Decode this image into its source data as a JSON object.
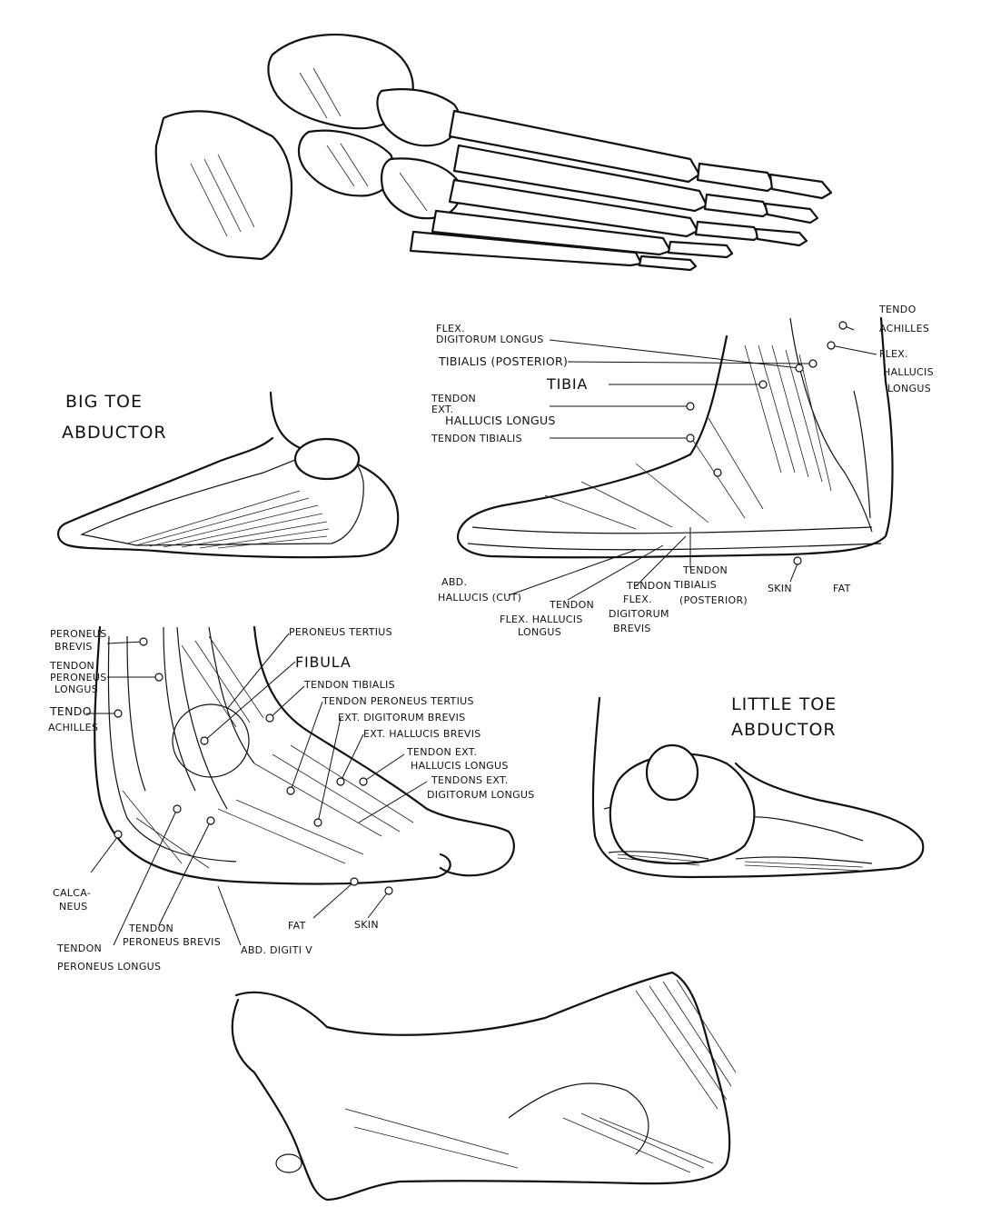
{
  "panels": {
    "big_toe": {
      "title_line1": "BIG TOE",
      "title_line2": "ABDUCTOR"
    },
    "little_toe": {
      "title_line1": "LITTLE TOE",
      "title_line2": "ABDUCTOR"
    },
    "medial": {
      "labels": {
        "flex_dig_longus_1": "FLEX.",
        "flex_dig_longus_2": "DIGITORUM LONGUS",
        "tibialis_posterior": "TIBIALIS (POSTERIOR)",
        "tibia": "TIBIA",
        "tendon_ext_hallucis_1": "TENDON",
        "tendon_ext_hallucis_2": "EXT.",
        "tendon_ext_hallucis_3": "HALLUCIS LONGUS",
        "tendon_tibialis": "TENDON TIBIALIS",
        "tendo_achilles_1": "TENDO",
        "tendo_achilles_2": "ACHILLES",
        "flex_hallucis_1": "FLEX.",
        "flex_hallucis_2": "HALLUCIS",
        "flex_hallucis_3": "LONGUS",
        "abd_hallucis_1": "ABD.",
        "abd_hallucis_2": "HALLUCIS (CUT)",
        "tendon_flex_hallucis_1": "TENDON",
        "tendon_flex_hallucis_2": "FLEX. HALLUCIS",
        "tendon_flex_hallucis_3": "LONGUS",
        "flex_dig_brevis_1": "FLEX.",
        "flex_dig_brevis_2": "DIGITORUM",
        "flex_dig_brevis_3": "BREVIS",
        "tendon_tib_post_1": "TENDON",
        "tendon_tib_post_2": "TIBIALIS",
        "tendon_tib_post_3": "(POSTERIOR)",
        "skin": "SKIN",
        "fat": "FAT"
      }
    },
    "lateral": {
      "labels": {
        "peroneus_brevis_1": "PERONEUS",
        "peroneus_brevis_2": "BREVIS",
        "tendon_peroneus_longus_1": "TENDON",
        "tendon_peroneus_longus_2": "PERONEUS",
        "tendon_peroneus_longus_3": "LONGUS",
        "tendo_achilles_1": "TENDO",
        "tendo_achilles_2": "ACHILLES",
        "peroneus_tertius": "PERONEUS TERTIUS",
        "fibula": "FIBULA",
        "tendon_tibialis": "TENDON TIBIALIS",
        "tendon_peroneus_tertius": "TENDON PERONEUS TERTIUS",
        "ext_digitorum_brevis": "EXT. DIGITORUM BREVIS",
        "ext_hallucis_brevis": "EXT. HALLUCIS BREVIS",
        "tendon_ext_hallucis_1": "TENDON EXT.",
        "tendon_ext_hallucis_2": "HALLUCIS LONGUS",
        "tendons_ext_dig_1": "TENDONS EXT.",
        "tendons_ext_dig_2": "DIGITORUM LONGUS",
        "calcaneus_1": "CALCA-",
        "calcaneus_2": "NEUS",
        "fat": "FAT",
        "skin": "SKIN",
        "tendon_peroneus_brevis_1": "TENDON",
        "tendon_peroneus_brevis_2": "PERONEUS BREVIS",
        "abd_digiti": "ABD. DIGITI V",
        "tendon_peroneus_longus_b1": "TENDON",
        "tendon_peroneus_longus_b2": "PERONEUS LONGUS"
      }
    }
  }
}
